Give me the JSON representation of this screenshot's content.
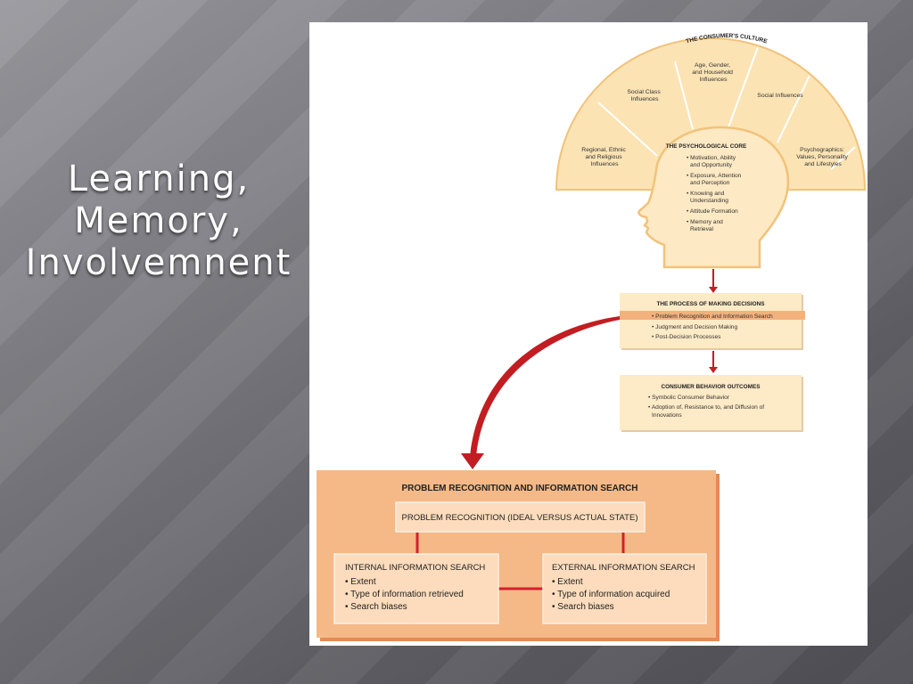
{
  "slide": {
    "title_lines": [
      "Learning,",
      "Memory,",
      "Involvemnent"
    ]
  },
  "diagram": {
    "culture_title": "THE CONSUMER'S CULTURE",
    "culture_segments": {
      "regional": [
        "Regional, Ethnic",
        "and Religious",
        "Influences"
      ],
      "social_class": [
        "Social Class",
        "Influences"
      ],
      "age_gender": [
        "Age, Gender,",
        "and Household",
        "Influences"
      ],
      "social": [
        "Social Influences"
      ],
      "psychographics": [
        "Psychographics:",
        "Values, Personality",
        "and Lifestyles"
      ]
    },
    "core": {
      "title": "THE PSYCHOLOGICAL CORE",
      "items": [
        [
          "• Motivation, Ability",
          "and Opportunity"
        ],
        [
          "• Exposure, Attention",
          "and Perception"
        ],
        [
          "• Knowing and",
          "Understanding"
        ],
        [
          "• Attitude Formation"
        ],
        [
          "• Memory and",
          "Retrieval"
        ]
      ]
    },
    "decisions": {
      "title": "THE PROCESS OF MAKING DECISIONS",
      "items": [
        "• Problem Recognition and Information Search",
        "• Judgment and Decision Making",
        "• Post-Decision Processes"
      ]
    },
    "outcomes": {
      "title": "CONSUMER BEHAVIOR OUTCOMES",
      "items": [
        "• Symbolic Consumer Behavior",
        "• Adoption of, Resistance to, and Diffusion of",
        "Innovations"
      ]
    },
    "search": {
      "title": "PROBLEM RECOGNITION AND INFORMATION SEARCH",
      "recognition": "PROBLEM RECOGNITION (IDEAL VERSUS ACTUAL STATE)",
      "internal": {
        "title": "INTERNAL INFORMATION SEARCH",
        "items": [
          "• Extent",
          "• Type of information retrieved",
          "• Search biases"
        ]
      },
      "external": {
        "title": "EXTERNAL INFORMATION SEARCH",
        "items": [
          "• Extent",
          "• Type of information acquired",
          "• Search biases"
        ]
      }
    },
    "colors": {
      "culture_fill": "#fbe3b4",
      "culture_border": "#f2c27a",
      "box_fill": "#fdeac6",
      "search_fill": "#f4b987",
      "search_inner": "#fcdcbc",
      "highlight": "#f3b17c",
      "arrow_red": "#c21d22",
      "connector_red": "#d0222b"
    }
  }
}
